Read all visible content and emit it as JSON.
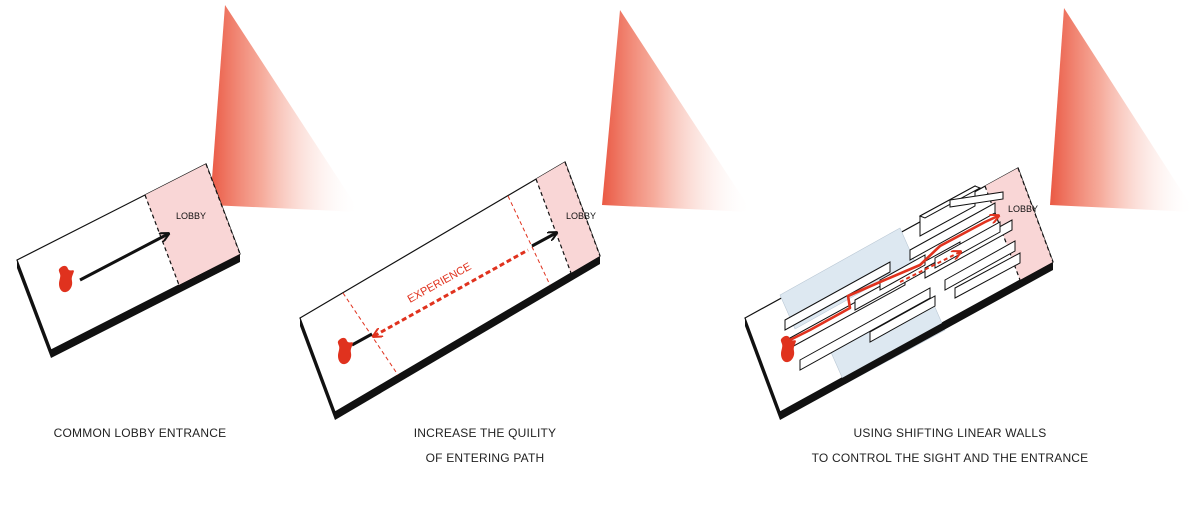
{
  "colors": {
    "accent_red": "#e0321e",
    "lobby_fill": "#f9d6d6",
    "light_glow": "#f0745a",
    "glass_blue": "#dde8f1",
    "outline": "#111111"
  },
  "panels": [
    {
      "lobby_label": "LOBBY",
      "caption_lines": [
        "COMMON LOBBY ENTRANCE"
      ]
    },
    {
      "lobby_label": "LOBBY",
      "path_label": "EXPERIENCE",
      "caption_lines": [
        "INCREASE THE QUILITY",
        "OF ENTERING PATH"
      ]
    },
    {
      "lobby_label": "LOBBY",
      "caption_lines": [
        "USING SHIFTING LINEAR WALLS",
        "TO CONTROL THE SIGHT AND THE ENTRANCE"
      ]
    }
  ]
}
